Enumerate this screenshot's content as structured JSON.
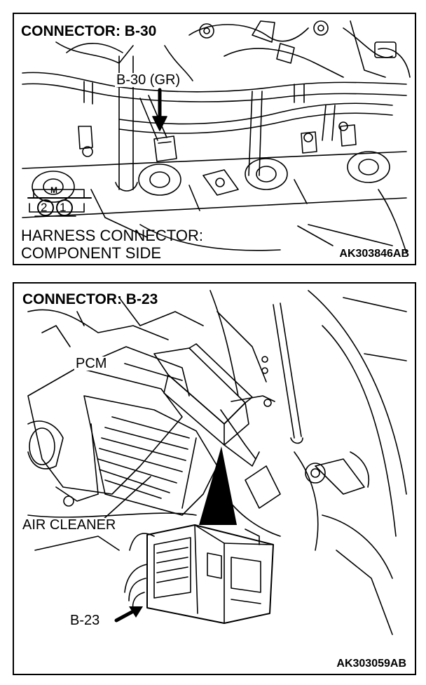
{
  "top_panel": {
    "title": "CONNECTOR: B-30",
    "connector_callout": "B-30 (GR)",
    "pin_header": "M",
    "pins": [
      "2",
      "1"
    ],
    "caption_line1": "HARNESS CONNECTOR:",
    "caption_line2": "COMPONENT SIDE",
    "figure_code": "AK303846AB"
  },
  "bottom_panel": {
    "title": "CONNECTOR: B-23",
    "pcm_label": "PCM",
    "air_cleaner_label": "AIR CLEANER",
    "connector_callout": "B-23",
    "figure_code": "AK303059AB"
  }
}
